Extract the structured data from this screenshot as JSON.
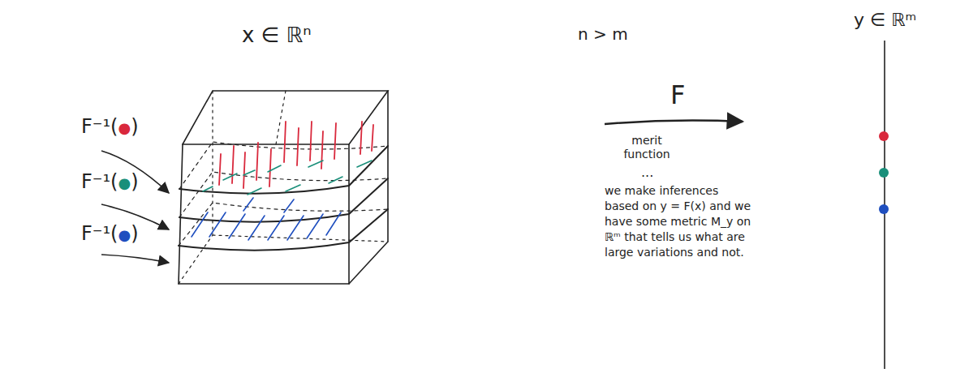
{
  "diagram": {
    "labels": [
      "x ∈ ℝⁿ",
      "F⁻¹(●)",
      "F⁻¹(●)",
      "F⁻¹(●)",
      "n > m",
      "F",
      "merit function",
      "...",
      "we make inferences based on y = F(x) and we have some metric M_y on ℝᵐ that tells us what are large variations and not.",
      "y ∈ ℝᵐ"
    ]
  }
}
